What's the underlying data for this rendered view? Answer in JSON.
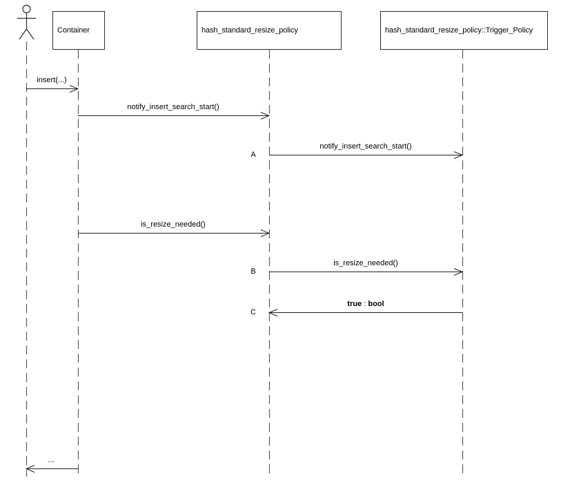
{
  "diagram": {
    "background_color": "#ffffff",
    "message_line_color": "#1f1f1f",
    "lifeline_color": "#5a5a5a",
    "text_color": "#000000",
    "actor_icon": "stick-figure-actor"
  },
  "participants": [
    {
      "label": "Container"
    },
    {
      "label": "hash_standard_resize_policy"
    },
    {
      "label": "hash_standard_resize_policy::Trigger_Policy"
    }
  ],
  "messages": [
    {
      "label": "insert(...)"
    },
    {
      "label": "notify_insert_search_start()"
    },
    {
      "tag": "A",
      "label": "notify_insert_search_start()"
    },
    {
      "label": "is_resize_needed()"
    },
    {
      "tag": "B",
      "label": "is_resize_needed()"
    },
    {
      "tag": "C",
      "return_value": "true",
      "separator": " : ",
      "return_type": "bool"
    },
    {
      "label": "..."
    }
  ]
}
